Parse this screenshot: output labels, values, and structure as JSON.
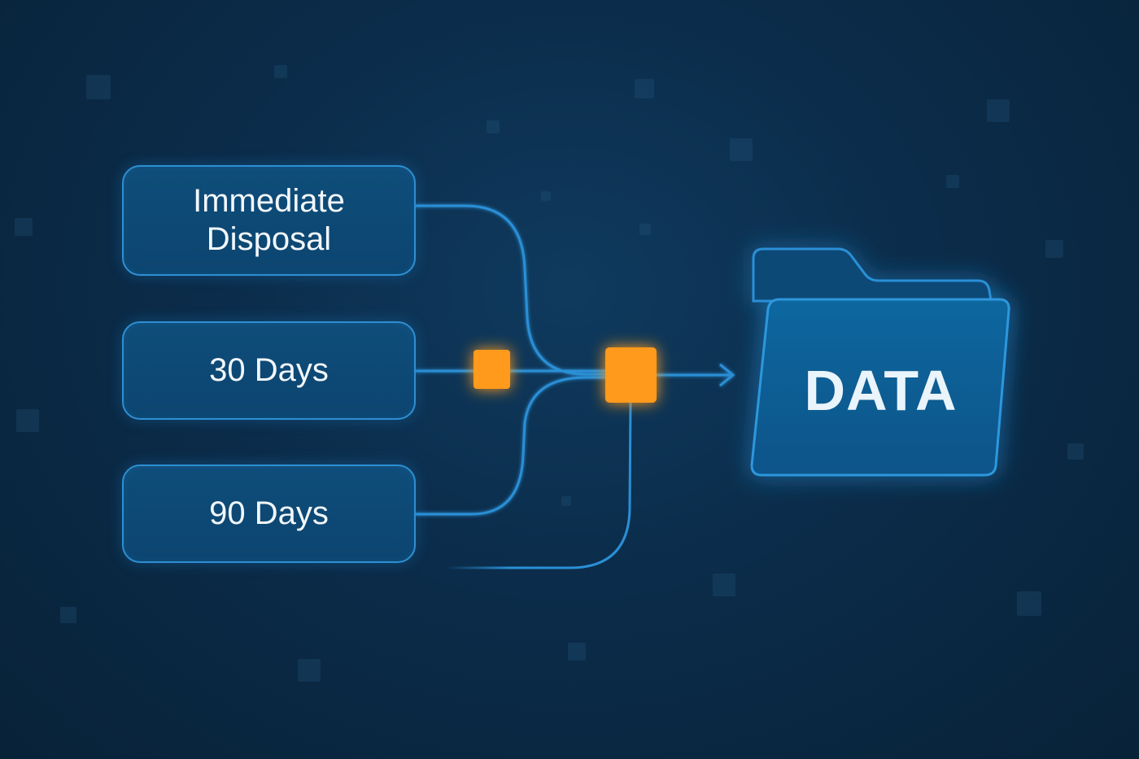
{
  "options": [
    {
      "id": "immediate",
      "lines": [
        "Immediate",
        "Disposal"
      ]
    },
    {
      "id": "30-days",
      "lines": [
        "30 Days"
      ]
    },
    {
      "id": "90-days",
      "lines": [
        "90 Days"
      ]
    }
  ],
  "destination": {
    "label": "DATA",
    "icon": "folder-icon"
  },
  "colors": {
    "background": "#0b2c4a",
    "box_border": "#2d8fd3",
    "box_fill": "#0f4d7a",
    "connector": "#2a8fd6",
    "node": "#ff9a1f",
    "folder_fill": "#0e5f95",
    "text": "#f2f7fb"
  }
}
